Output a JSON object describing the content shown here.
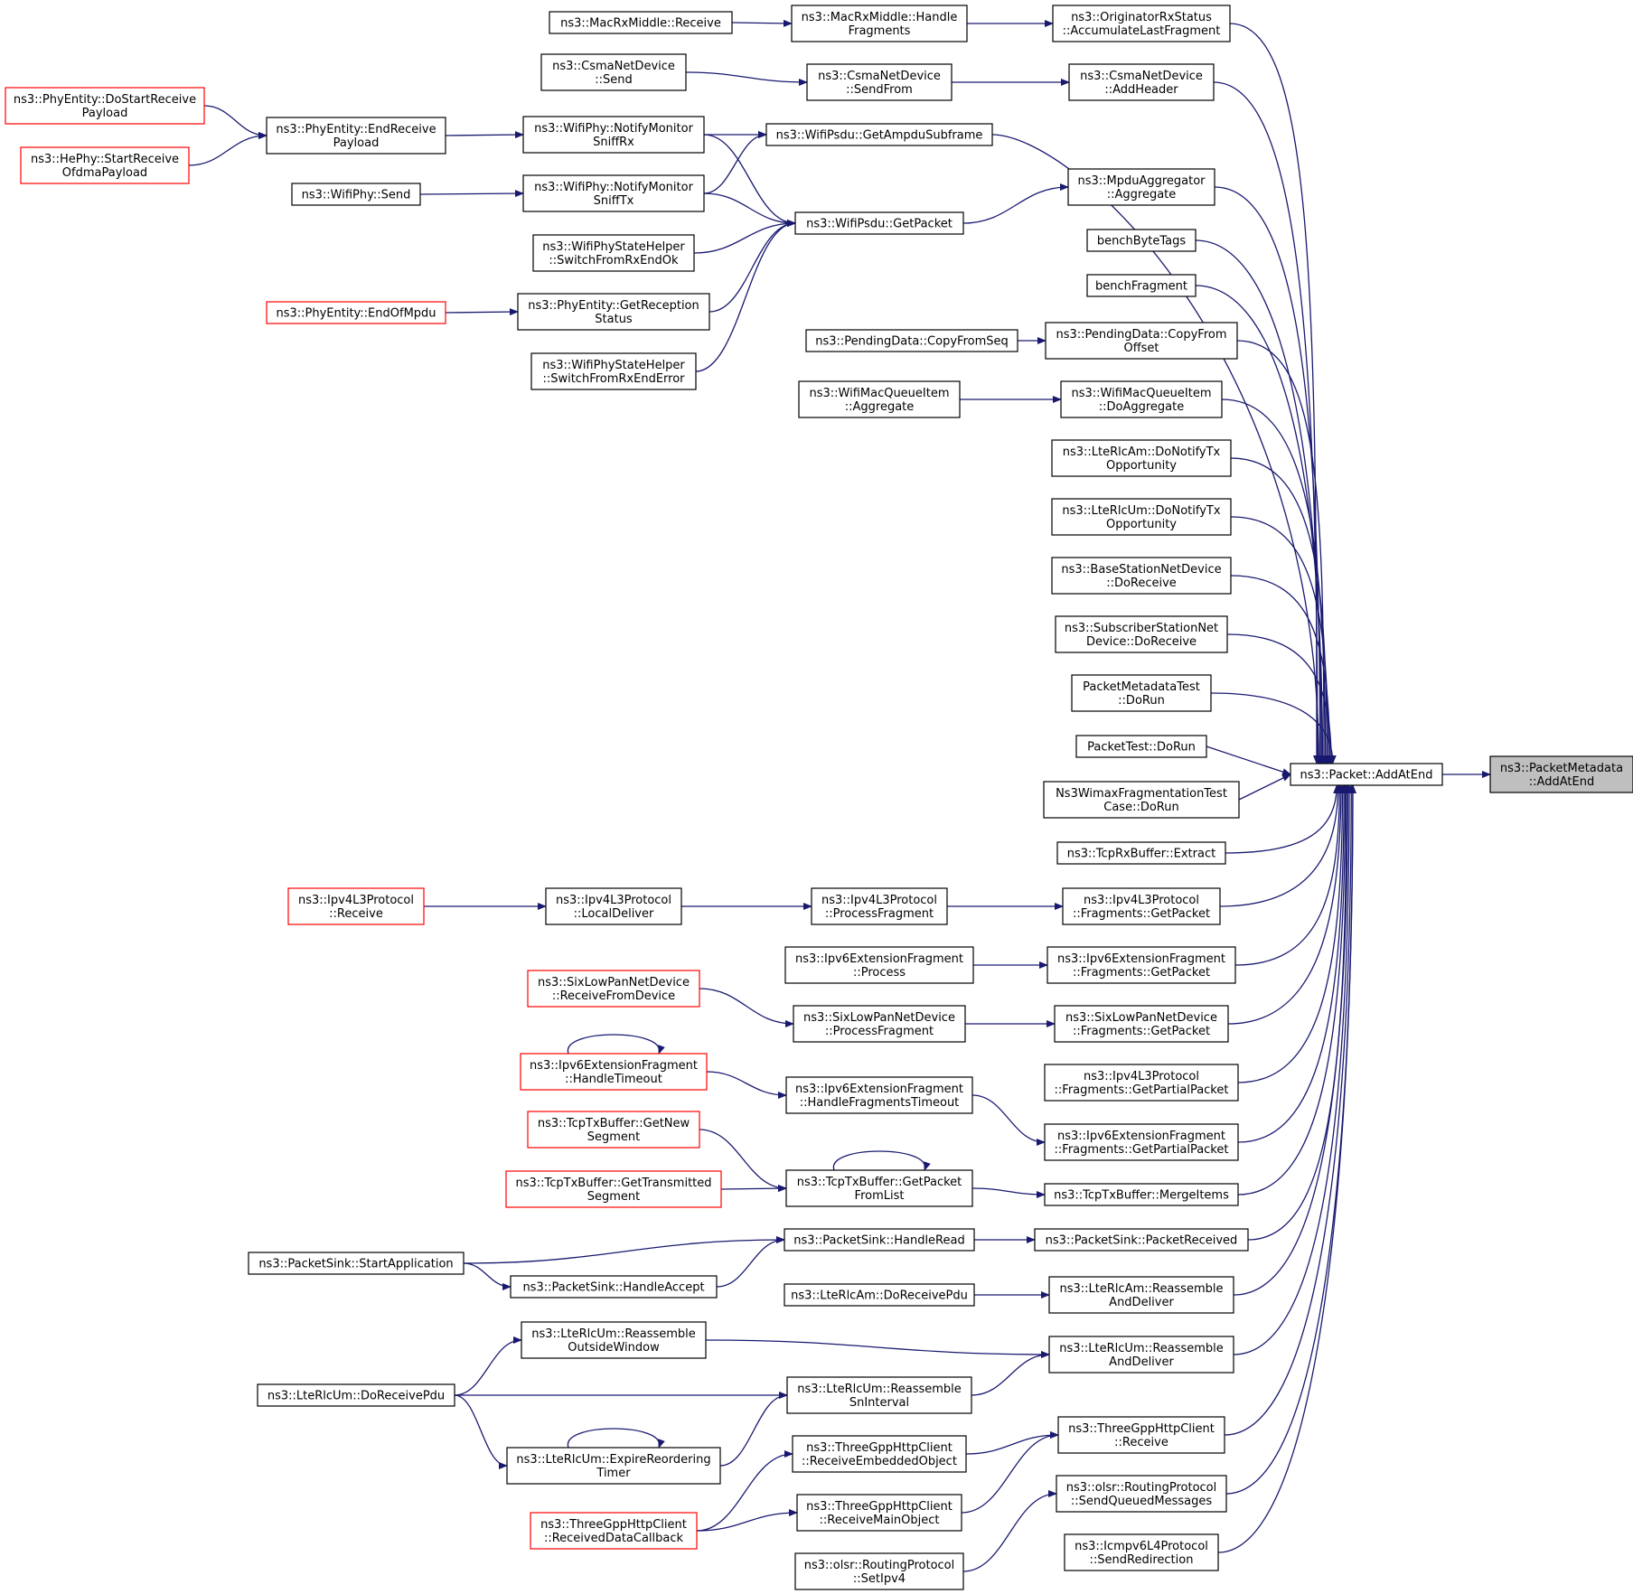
{
  "colors": {
    "edge": "#191970",
    "node_border": "#000000",
    "truncated_border": "#ff0000",
    "root_fill": "#bfbfbf",
    "node_fill": "#ffffff"
  },
  "nodes": [
    {
      "id": "pm_addatend",
      "lines": [
        "ns3::PacketMetadata",
        "::AddAtEnd"
      ],
      "style": "root"
    },
    {
      "id": "packet_addatend",
      "lines": [
        "ns3::Packet::AddAtEnd"
      ]
    },
    {
      "id": "orig_accum",
      "lines": [
        "ns3::OriginatorRxStatus",
        "::AccumulateLastFragment"
      ]
    },
    {
      "id": "macrx_handle",
      "lines": [
        "ns3::MacRxMiddle::Handle",
        "Fragments"
      ]
    },
    {
      "id": "macrx_receive",
      "lines": [
        "ns3::MacRxMiddle::Receive"
      ]
    },
    {
      "id": "csma_addheader",
      "lines": [
        "ns3::CsmaNetDevice",
        "::AddHeader"
      ]
    },
    {
      "id": "csma_sendfrom",
      "lines": [
        "ns3::CsmaNetDevice",
        "::SendFrom"
      ]
    },
    {
      "id": "csma_send",
      "lines": [
        "ns3::CsmaNetDevice",
        "::Send"
      ]
    },
    {
      "id": "psdu_ampdu",
      "lines": [
        "ns3::WifiPsdu::GetAmpduSubframe"
      ]
    },
    {
      "id": "phy_sniffrx",
      "lines": [
        "ns3::WifiPhy::NotifyMonitor",
        "SniffRx"
      ]
    },
    {
      "id": "phy_sniff tx",
      "lines": [
        "ns3::WifiPhy::NotifyMonitor",
        "SniffTx"
      ]
    },
    {
      "id": "phyent_endrecv",
      "lines": [
        "ns3::PhyEntity::EndReceive",
        "Payload"
      ]
    },
    {
      "id": "phyent_dostart",
      "lines": [
        "ns3::PhyEntity::DoStartReceive",
        "Payload"
      ],
      "style": "truncated"
    },
    {
      "id": "hephy_start",
      "lines": [
        "ns3::HePhy::StartReceive",
        "OfdmaPayload"
      ],
      "style": "truncated"
    },
    {
      "id": "phy_send",
      "lines": [
        "ns3::WifiPhy::Send"
      ]
    },
    {
      "id": "mpdu_aggregate",
      "lines": [
        "ns3::MpduAggregator",
        "::Aggregate"
      ]
    },
    {
      "id": "psdu_getpacket",
      "lines": [
        "ns3::WifiPsdu::GetPacket"
      ]
    },
    {
      "id": "state_rxok",
      "lines": [
        "ns3::WifiPhyStateHelper",
        "::SwitchFromRxEndOk"
      ]
    },
    {
      "id": "phyent_getrecv",
      "lines": [
        "ns3::PhyEntity::GetReception",
        "Status"
      ]
    },
    {
      "id": "phyent_endofmpdu",
      "lines": [
        "ns3::PhyEntity::EndOfMpdu"
      ],
      "style": "truncated"
    },
    {
      "id": "state_rxerr",
      "lines": [
        "ns3::WifiPhyStateHelper",
        "::SwitchFromRxEndError"
      ]
    },
    {
      "id": "bench_bytetags",
      "lines": [
        "benchByteTags"
      ]
    },
    {
      "id": "bench_fragment",
      "lines": [
        "benchFragment"
      ]
    },
    {
      "id": "pending_copyoffset",
      "lines": [
        "ns3::PendingData::CopyFrom",
        "Offset"
      ]
    },
    {
      "id": "pending_copyseq",
      "lines": [
        "ns3::PendingData::CopyFromSeq"
      ]
    },
    {
      "id": "macq_doagg",
      "lines": [
        "ns3::WifiMacQueueItem",
        "::DoAggregate"
      ]
    },
    {
      "id": "macq_agg",
      "lines": [
        "ns3::WifiMacQueueItem",
        "::Aggregate"
      ]
    },
    {
      "id": "lterlcam_notify",
      "lines": [
        "ns3::LteRlcAm::DoNotifyTx",
        "Opportunity"
      ]
    },
    {
      "id": "lterlcum_notify",
      "lines": [
        "ns3::LteRlcUm::DoNotifyTx",
        "Opportunity"
      ]
    },
    {
      "id": "bsnd_doreceive",
      "lines": [
        "ns3::BaseStationNetDevice",
        "::DoReceive"
      ]
    },
    {
      "id": "ssnd_doreceive",
      "lines": [
        "ns3::SubscriberStationNet",
        "Device::DoReceive"
      ]
    },
    {
      "id": "pmtest_dorun",
      "lines": [
        "PacketMetadataTest",
        "::DoRun"
      ]
    },
    {
      "id": "ptest_dorun",
      "lines": [
        "PacketTest::DoRun"
      ]
    },
    {
      "id": "wimax_frag",
      "lines": [
        "Ns3WimaxFragmentationTest",
        "Case::DoRun"
      ]
    },
    {
      "id": "tcprx_extract",
      "lines": [
        "ns3::TcpRxBuffer::Extract"
      ]
    },
    {
      "id": "ipv4_frag_getpacket",
      "lines": [
        "ns3::Ipv4L3Protocol",
        "::Fragments::GetPacket"
      ]
    },
    {
      "id": "ipv4_procfrag",
      "lines": [
        "ns3::Ipv4L3Protocol",
        "::ProcessFragment"
      ]
    },
    {
      "id": "ipv4_localdeliver",
      "lines": [
        "ns3::Ipv4L3Protocol",
        "::LocalDeliver"
      ]
    },
    {
      "id": "ipv4_receive",
      "lines": [
        "ns3::Ipv4L3Protocol",
        "::Receive"
      ],
      "style": "truncated"
    },
    {
      "id": "ipv6ext_frag_getpacket",
      "lines": [
        "ns3::Ipv6ExtensionFragment",
        "::Fragments::GetPacket"
      ]
    },
    {
      "id": "ipv6ext_process",
      "lines": [
        "ns3::Ipv6ExtensionFragment",
        "::Process"
      ]
    },
    {
      "id": "sixlow_frag_getpacket",
      "lines": [
        "ns3::SixLowPanNetDevice",
        "::Fragments::GetPacket"
      ]
    },
    {
      "id": "sixlow_procfrag",
      "lines": [
        "ns3::SixLowPanNetDevice",
        "::ProcessFragment"
      ]
    },
    {
      "id": "sixlow_recvdev",
      "lines": [
        "ns3::SixLowPanNetDevice",
        "::ReceiveFromDevice"
      ],
      "style": "truncated"
    },
    {
      "id": "ipv4_getpartial",
      "lines": [
        "ns3::Ipv4L3Protocol",
        "::Fragments::GetPartialPacket"
      ]
    },
    {
      "id": "ipv6ext_getpartial",
      "lines": [
        "ns3::Ipv6ExtensionFragment",
        "::Fragments::GetPartialPacket"
      ]
    },
    {
      "id": "ipv6ext_hft",
      "lines": [
        "ns3::Ipv6ExtensionFragment",
        "::HandleFragmentsTimeout"
      ]
    },
    {
      "id": "ipv6ext_ht",
      "lines": [
        "ns3::Ipv6ExtensionFragment",
        "::HandleTimeout"
      ],
      "style": "truncated"
    },
    {
      "id": "tcptx_merge",
      "lines": [
        "ns3::TcpTxBuffer::MergeItems"
      ]
    },
    {
      "id": "tcptx_getfromlist",
      "lines": [
        "ns3::TcpTxBuffer::GetPacket",
        "FromList"
      ]
    },
    {
      "id": "tcptx_getnew",
      "lines": [
        "ns3::TcpTxBuffer::GetNew",
        "Segment"
      ],
      "style": "truncated"
    },
    {
      "id": "tcptx_gettrans",
      "lines": [
        "ns3::TcpTxBuffer::GetTransmitted",
        "Segment"
      ],
      "style": "truncated"
    },
    {
      "id": "sink_received",
      "lines": [
        "ns3::PacketSink::PacketReceived"
      ]
    },
    {
      "id": "sink_handleread",
      "lines": [
        "ns3::PacketSink::HandleRead"
      ]
    },
    {
      "id": "sink_start",
      "lines": [
        "ns3::PacketSink::StartApplication"
      ]
    },
    {
      "id": "sink_accept",
      "lines": [
        "ns3::PacketSink::HandleAccept"
      ]
    },
    {
      "id": "am_reassemble",
      "lines": [
        "ns3::LteRlcAm::Reassemble",
        "AndDeliver"
      ]
    },
    {
      "id": "am_dorecv",
      "lines": [
        "ns3::LteRlcAm::DoReceivePdu"
      ]
    },
    {
      "id": "um_reassemble",
      "lines": [
        "ns3::LteRlcUm::Reassemble",
        "AndDeliver"
      ]
    },
    {
      "id": "um_outside",
      "lines": [
        "ns3::LteRlcUm::Reassemble",
        "OutsideWindow"
      ]
    },
    {
      "id": "um_dorecv",
      "lines": [
        "ns3::LteRlcUm::DoReceivePdu"
      ]
    },
    {
      "id": "um_sninterval",
      "lines": [
        "ns3::LteRlcUm::Reassemble",
        "SnInterval"
      ]
    },
    {
      "id": "um_expire",
      "lines": [
        "ns3::LteRlcUm::ExpireReordering",
        "Timer"
      ]
    },
    {
      "id": "http_receive",
      "lines": [
        "ns3::ThreeGppHttpClient",
        "::Receive"
      ]
    },
    {
      "id": "http_recvembedded",
      "lines": [
        "ns3::ThreeGppHttpClient",
        "::ReceiveEmbeddedObject"
      ]
    },
    {
      "id": "http_recvmain",
      "lines": [
        "ns3::ThreeGppHttpClient",
        "::ReceiveMainObject"
      ]
    },
    {
      "id": "http_datacb",
      "lines": [
        "ns3::ThreeGppHttpClient",
        "::ReceivedDataCallback"
      ],
      "style": "truncated"
    },
    {
      "id": "olsr_sendqueued",
      "lines": [
        "ns3::olsr::RoutingProtocol",
        "::SendQueuedMessages"
      ]
    },
    {
      "id": "olsr_setipv4",
      "lines": [
        "ns3::olsr::RoutingProtocol",
        "::SetIpv4"
      ]
    },
    {
      "id": "icmp_sendredirect",
      "lines": [
        "ns3::Icmpv6L4Protocol",
        "::SendRedirection"
      ]
    }
  ],
  "edges": [
    [
      "packet_addatend",
      "pm_addatend"
    ],
    [
      "orig_accum",
      "packet_addatend"
    ],
    [
      "csma_addheader",
      "packet_addatend"
    ],
    [
      "psdu_ampdu",
      "packet_addatend"
    ],
    [
      "mpdu_aggregate",
      "packet_addatend"
    ],
    [
      "bench_bytetags",
      "packet_addatend"
    ],
    [
      "bench_fragment",
      "packet_addatend"
    ],
    [
      "pending_copyoffset",
      "packet_addatend"
    ],
    [
      "macq_doagg",
      "packet_addatend"
    ],
    [
      "lterlcam_notify",
      "packet_addatend"
    ],
    [
      "lterlcum_notify",
      "packet_addatend"
    ],
    [
      "bsnd_doreceive",
      "packet_addatend"
    ],
    [
      "ssnd_doreceive",
      "packet_addatend"
    ],
    [
      "pmtest_dorun",
      "packet_addatend"
    ],
    [
      "ptest_dorun",
      "packet_addatend"
    ],
    [
      "wimax_frag",
      "packet_addatend"
    ],
    [
      "tcprx_extract",
      "packet_addatend"
    ],
    [
      "ipv4_frag_getpacket",
      "packet_addatend"
    ],
    [
      "ipv6ext_frag_getpacket",
      "packet_addatend"
    ],
    [
      "sixlow_frag_getpacket",
      "packet_addatend"
    ],
    [
      "ipv4_getpartial",
      "packet_addatend"
    ],
    [
      "ipv6ext_getpartial",
      "packet_addatend"
    ],
    [
      "tcptx_merge",
      "packet_addatend"
    ],
    [
      "sink_received",
      "packet_addatend"
    ],
    [
      "am_reassemble",
      "packet_addatend"
    ],
    [
      "um_reassemble",
      "packet_addatend"
    ],
    [
      "http_receive",
      "packet_addatend"
    ],
    [
      "olsr_sendqueued",
      "packet_addatend"
    ],
    [
      "icmp_sendredirect",
      "packet_addatend"
    ],
    [
      "macrx_handle",
      "orig_accum"
    ],
    [
      "macrx_receive",
      "macrx_handle"
    ],
    [
      "csma_sendfrom",
      "csma_addheader"
    ],
    [
      "csma_send",
      "csma_sendfrom"
    ],
    [
      "phy_sniffrx",
      "psdu_ampdu"
    ],
    [
      "phy_sniff tx",
      "psdu_ampdu"
    ],
    [
      "phyent_endrecv",
      "phy_sniffrx"
    ],
    [
      "phyent_dostart",
      "phyent_endrecv"
    ],
    [
      "hephy_start",
      "phyent_endrecv"
    ],
    [
      "phy_send",
      "phy_sniff tx"
    ],
    [
      "psdu_getpacket",
      "mpdu_aggregate"
    ],
    [
      "phy_sniffrx",
      "psdu_getpacket"
    ],
    [
      "phy_sniff tx",
      "psdu_getpacket"
    ],
    [
      "state_rxok",
      "psdu_getpacket"
    ],
    [
      "phyent_getrecv",
      "psdu_getpacket"
    ],
    [
      "state_rxerr",
      "psdu_getpacket"
    ],
    [
      "phyent_endofmpdu",
      "phyent_getrecv"
    ],
    [
      "pending_copyseq",
      "pending_copyoffset"
    ],
    [
      "macq_agg",
      "macq_doagg"
    ],
    [
      "ipv4_procfrag",
      "ipv4_frag_getpacket"
    ],
    [
      "ipv4_localdeliver",
      "ipv4_procfrag"
    ],
    [
      "ipv4_receive",
      "ipv4_localdeliver"
    ],
    [
      "ipv6ext_process",
      "ipv6ext_frag_getpacket"
    ],
    [
      "sixlow_procfrag",
      "sixlow_frag_getpacket"
    ],
    [
      "sixlow_recvdev",
      "sixlow_procfrag"
    ],
    [
      "ipv6ext_hft",
      "ipv6ext_getpartial"
    ],
    [
      "ipv6ext_ht",
      "ipv6ext_hft"
    ],
    [
      "ipv6ext_ht",
      "ipv6ext_ht"
    ],
    [
      "tcptx_getfromlist",
      "tcptx_merge"
    ],
    [
      "tcptx_getnew",
      "tcptx_getfromlist"
    ],
    [
      "tcptx_gettrans",
      "tcptx_getfromlist"
    ],
    [
      "tcptx_getfromlist",
      "tcptx_getfromlist"
    ],
    [
      "sink_handleread",
      "sink_received"
    ],
    [
      "sink_start",
      "sink_handleread"
    ],
    [
      "sink_accept",
      "sink_handleread"
    ],
    [
      "sink_start",
      "sink_accept"
    ],
    [
      "am_dorecv",
      "am_reassemble"
    ],
    [
      "um_outside",
      "um_reassemble"
    ],
    [
      "um_sninterval",
      "um_reassemble"
    ],
    [
      "um_dorecv",
      "um_outside"
    ],
    [
      "um_dorecv",
      "um_sninterval"
    ],
    [
      "um_dorecv",
      "um_expire"
    ],
    [
      "um_expire",
      "um_sninterval"
    ],
    [
      "um_expire",
      "um_expire"
    ],
    [
      "http_recvembedded",
      "http_receive"
    ],
    [
      "http_recvmain",
      "http_receive"
    ],
    [
      "http_datacb",
      "http_recvembedded"
    ],
    [
      "http_datacb",
      "http_recvmain"
    ],
    [
      "olsr_setipv4",
      "olsr_sendqueued"
    ]
  ]
}
